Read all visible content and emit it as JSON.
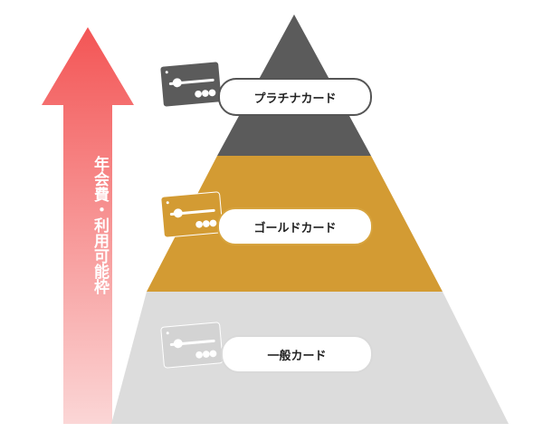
{
  "arrow": {
    "label": "年会費・利用可能枠",
    "color_top": "#f35555",
    "color_bottom": "#fbd6d6"
  },
  "tiers": [
    {
      "id": "platinum",
      "label": "プラチナカード",
      "color": "#5b5b5b",
      "card_color": "#5b5b5b"
    },
    {
      "id": "gold",
      "label": "ゴールドカード",
      "color": "#d39b33",
      "card_color": "#d39b33"
    },
    {
      "id": "normal",
      "label": "一般カード",
      "color": "#dcdcdc",
      "card_color": "#d3d3d3"
    }
  ]
}
